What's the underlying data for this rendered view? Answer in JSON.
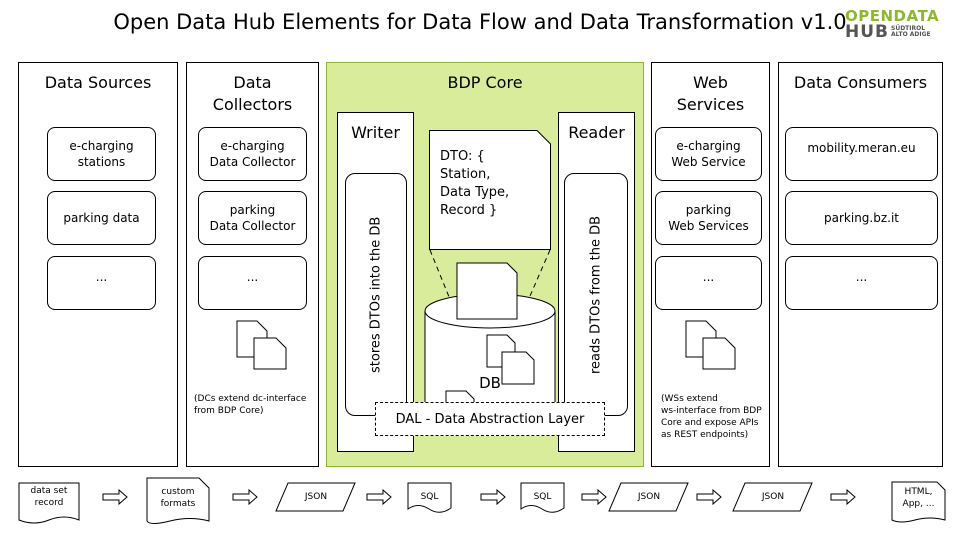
{
  "title": "Open Data Hub Elements for Data Flow and Data Transformation v1.0",
  "logo": {
    "line1": "OPENDATA",
    "line2": "HUB",
    "line3a": "SÜDTIROL",
    "line3b": "ALTO ADIGE"
  },
  "columns": {
    "sources": {
      "head": "Data Sources",
      "cards": [
        "e-charging\nstations",
        "parking data",
        "..."
      ]
    },
    "collectors": {
      "head": "Data\nCollectors",
      "cards": [
        "e-charging\nData Collector",
        "parking\nData Collector",
        "..."
      ],
      "note": "(DCs extend dc-interface\nfrom BDP Core)"
    },
    "core": {
      "head": "BDP Core",
      "writer": "Writer",
      "reader": "Reader",
      "writer_text": "stores DTOs into the DB",
      "reader_text": "reads DTOs from the DB",
      "dto": "DTO: {\nStation,\nData Type,\nRecord }",
      "db": "DB",
      "dal": "DAL - Data Abstraction Layer"
    },
    "webservices": {
      "head": "Web\nServices",
      "cards": [
        "e-charging\nWeb Service",
        "parking\nWeb Services",
        "..."
      ],
      "note": "(WSs extend\nws-interface from BDP\nCore and expose APIs\nas REST endpoints)"
    },
    "consumers": {
      "head": "Data Consumers",
      "cards": [
        "mobility.meran.eu",
        "parking.bz.it",
        "..."
      ]
    }
  },
  "flow": {
    "record": "data set\nrecord",
    "custom": "custom\nformats",
    "json1": "JSON",
    "sql1": "SQL",
    "sql2": "SQL",
    "json2": "JSON",
    "json3": "JSON",
    "html": "HTML,\nApp, ..."
  },
  "colors": {
    "core_bg": "#d9ec9b",
    "core_border": "#8db82d",
    "logo_green": "#8db82d"
  }
}
